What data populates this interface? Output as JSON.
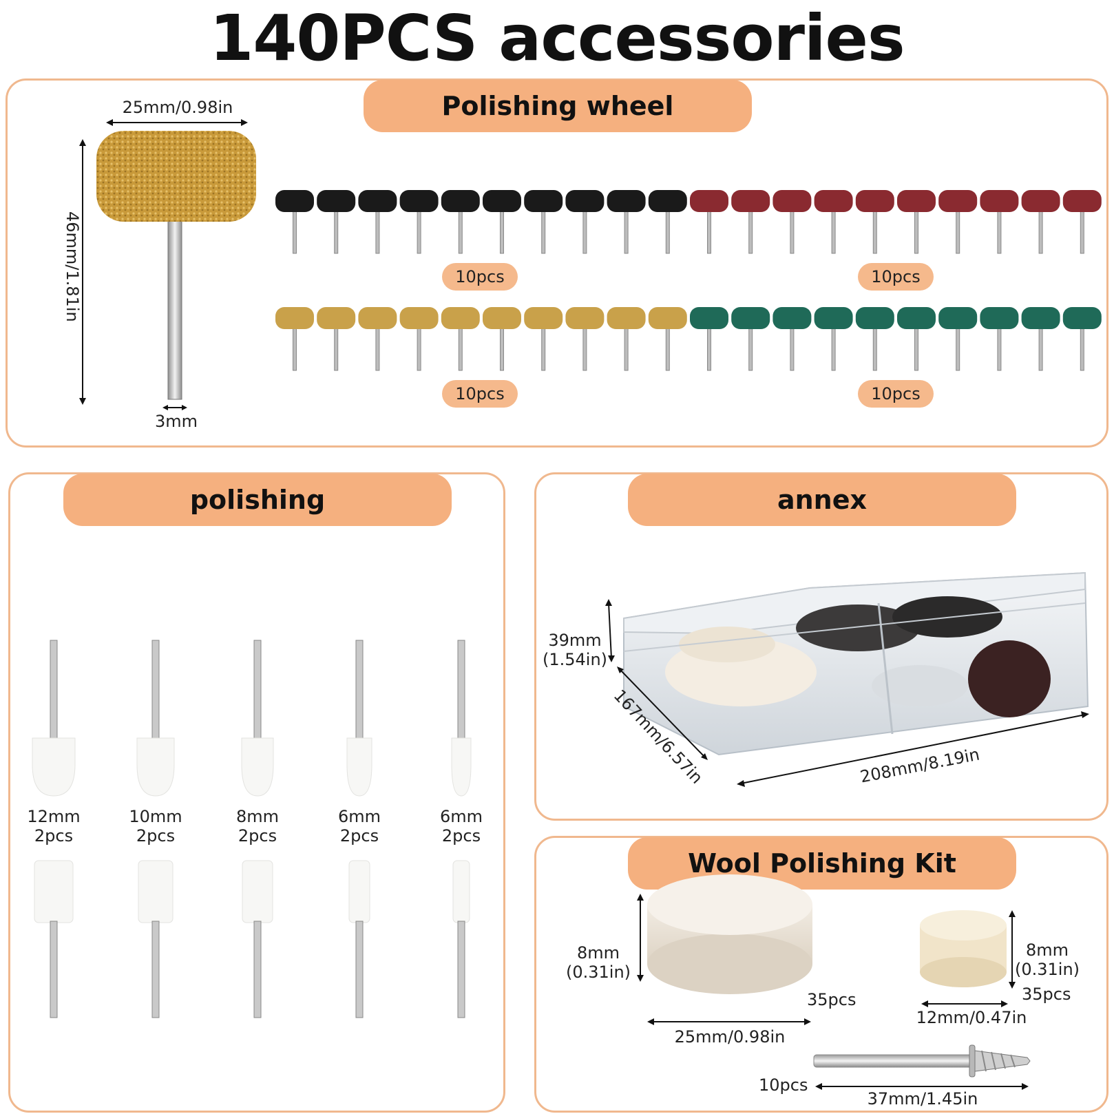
{
  "title": "140PCS accessories",
  "colors": {
    "accent_orange": "#f5b07f",
    "panel_border": "#f0b88e",
    "wheel_black": "#1a1a1a",
    "wheel_red": "#8a2a30",
    "wheel_yellow": "#c9a14a",
    "wheel_green": "#1f6a58"
  },
  "polishing_wheel": {
    "heading": "Polishing wheel",
    "big_wheel": {
      "width_label": "25mm/0.98in",
      "height_label": "46mm/1.81in",
      "shank_label": "3mm"
    },
    "groups": [
      {
        "color": "black",
        "count_label": "10pcs"
      },
      {
        "color": "red",
        "count_label": "10pcs"
      },
      {
        "color": "yellow",
        "count_label": "10pcs"
      },
      {
        "color": "green",
        "count_label": "10pcs"
      }
    ]
  },
  "polishing": {
    "heading": "polishing",
    "bits": [
      {
        "size": "12mm",
        "count": "2pcs"
      },
      {
        "size": "10mm",
        "count": "2pcs"
      },
      {
        "size": "8mm",
        "count": "2pcs"
      },
      {
        "size": "6mm",
        "count": "2pcs"
      },
      {
        "size": "6mm",
        "count": "2pcs"
      }
    ]
  },
  "annex": {
    "heading": "annex",
    "height_label_1": "39mm",
    "height_label_2": "(1.54in)",
    "depth_label": "167mm/6.57in",
    "width_label": "208mm/8.19in"
  },
  "wool_kit": {
    "heading": "Wool Polishing Kit",
    "large_pad": {
      "thickness_1": "8mm",
      "thickness_2": "(0.31in)",
      "count": "35pcs",
      "diameter": "25mm/0.98in"
    },
    "small_pad": {
      "thickness_1": "8mm",
      "thickness_2": "(0.31in)",
      "count": "35pcs",
      "diameter": "12mm/0.47in"
    },
    "mandrel": {
      "count": "10pcs",
      "length": "37mm/1.45in"
    }
  }
}
